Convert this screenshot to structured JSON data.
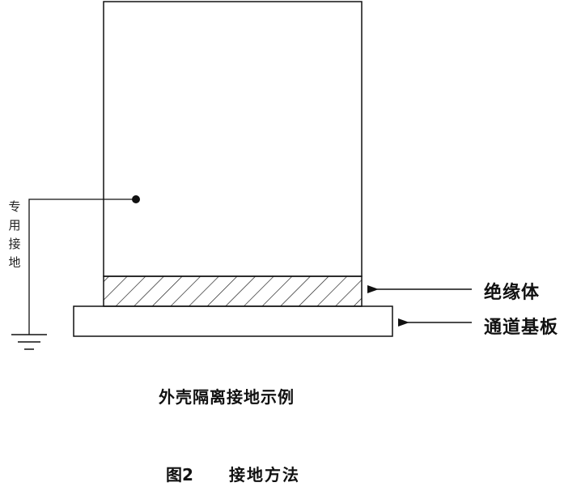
{
  "ground_label": "专用接地",
  "labels": {
    "insulator": "绝缘体",
    "substrate": "通道基板"
  },
  "caption": {
    "subtitle": "外壳隔离接地示例",
    "figure_number": "图2",
    "figure_title": "接地方法"
  },
  "colors": {
    "line": "#111111",
    "background": "#ffffff"
  }
}
